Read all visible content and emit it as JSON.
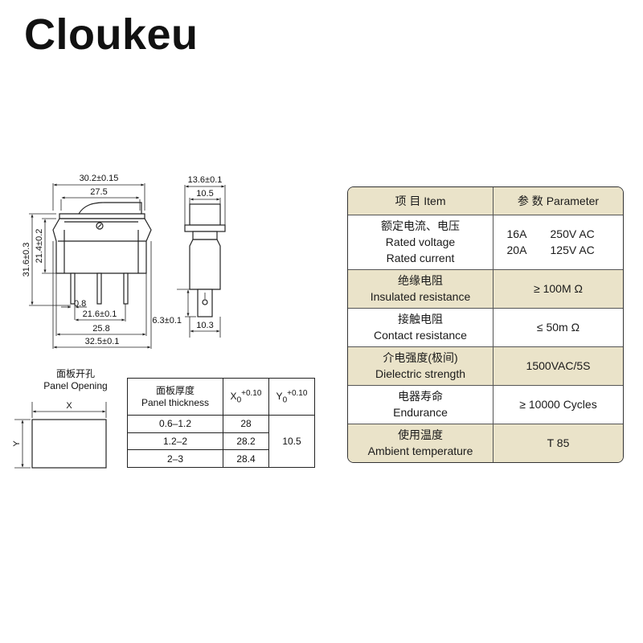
{
  "brand": "Cloukeu",
  "front_view": {
    "dim_top_overall": "30.2±0.15",
    "dim_top_inner": "27.5",
    "dim_height_overall": "31.6±0.3",
    "dim_height_body": "21.4±0.2",
    "dim_pin_width": "0.8",
    "dim_pin_span": "21.6±0.1",
    "dim_bottom_inner": "25.8",
    "dim_bottom_overall": "32.5±0.1"
  },
  "side_view": {
    "dim_top_overall": "13.6±0.1",
    "dim_top_inner": "10.5",
    "dim_pin_height": "6.3±0.1",
    "dim_bottom": "10.3"
  },
  "panel_opening": {
    "label_cn": "面板开孔",
    "label_en": "Panel Opening",
    "axis_x": "X",
    "axis_y": "Y"
  },
  "panel_table": {
    "header_cn": "面板厚度",
    "header_en": "Panel thickness",
    "header_x_base": "X",
    "header_x_sub": "0",
    "header_x_tol": "+0.10",
    "header_y_base": "Y",
    "header_y_sub": "0",
    "header_y_tol": "+0.10",
    "rows": [
      {
        "thickness": "0.6–1.2",
        "x": "28"
      },
      {
        "thickness": "1.2–2",
        "x": "28.2"
      },
      {
        "thickness": "2–3",
        "x": "28.4"
      }
    ],
    "y_value": "10.5"
  },
  "spec_table": {
    "header_item": "项 目  Item",
    "header_param": "参 数  Parameter",
    "rows": [
      {
        "cn": "额定电流、电压",
        "en": "Rated voltage",
        "en2": "Rated current",
        "p1a": "16A",
        "p1b": "250V AC",
        "p2a": "20A",
        "p2b": "125V AC"
      },
      {
        "cn": "绝缘电阻",
        "en": "Insulated resistance",
        "value": "≥ 100M Ω"
      },
      {
        "cn": "接触电阻",
        "en": "Contact resistance",
        "value": "≤ 50m Ω"
      },
      {
        "cn": "介电强度(极间)",
        "en": "Dielectric strength",
        "value": "1500VAC/5S"
      },
      {
        "cn": "电器寿命",
        "en": "Endurance",
        "value": "≥ 10000 Cycles"
      },
      {
        "cn": "使用温度",
        "en": "Ambient temperature",
        "value": "T 85"
      }
    ]
  }
}
